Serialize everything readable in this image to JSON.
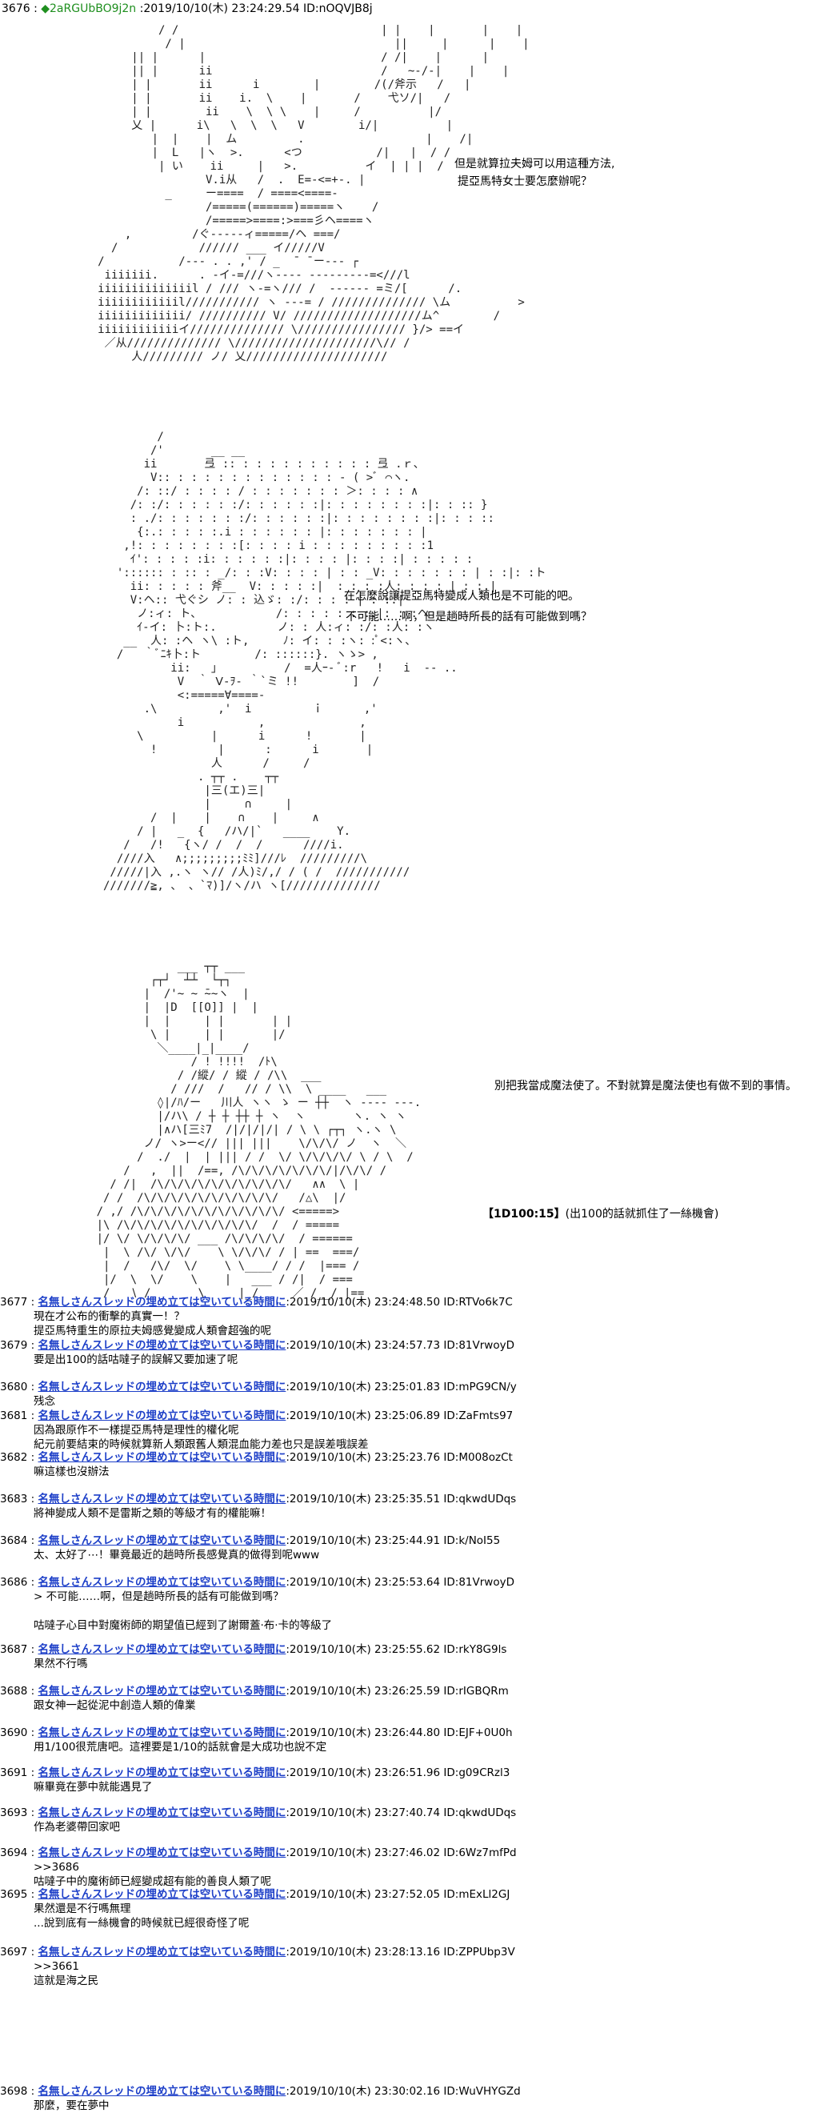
{
  "top_post": {
    "number": "3676 :",
    "trip": "◆2aRGUbBO9j2n",
    "datetime": ":2019/10/10(木) 23:24:29.54",
    "id": "ID:nOQVJB8j"
  },
  "art_panels": [
    {
      "lines": [
        "              / /                              | |    |       |    |",
        "               / |                               ||     |      |    |",
        "          || |      |                          / /|    |      |",
        "          || |      ii                         /   ~-/-|    |    |",
        "          | |       ii      i        |        /(/斧示   /   |",
        "          | |       ii    i.  \\    |       /    弋ソ/|   /",
        "          | |        ii    \\  \\ \\    |     /          |/",
        "          乂 |      i\\   \\  \\  \\   V        i/|          |",
        "             |  |    |  ム         .                  |    /|",
        "             |  L   |ヽ  >.      <つ           /|   |  / /",
        "              | い    ii     |   >.          イ  | | |  /",
        "                     V.i从   /  .  E=-<=+-. |",
        "               _     ー====  / ====<====-",
        "                     /=====(======)=====ヽ    /",
        "                     /=====>====:>===彡ヘ====ヽ",
        "         ,         /ぐ-----ィ=====/ヘ ===/",
        "       /            ////// ___ イ/////V",
        "     /           /--- . . ,' / _  ̄  ̄ ー--- ┌",
        "      iiiiiii.      . -イ-=///ヽ---- ---------=<///l",
        "     iiiiiiiiiiiiiil / /// ヽ-=ヽ/// /  ------ =ミ/[      /.",
        "     iiiiiiiiiiiil/////////// ヽ ---= / ////////////// \\ム          >",
        "     iiiiiiiiiiiii/ ////////// V/ ///////////////////ム^        /",
        "     iiiiiiiiiiiiイ////////////// \\//////////////// }/> ==イ",
        "      ／从////////////// \\/////////////////////\\// /",
        "          人///////// ノ/ 乂/////////////////////"
      ]
    },
    {
      "lines": [
        "               /",
        "              /'       __ __",
        "             ii       弖 :: : : : : : : : : : : 弖 .ｒ、",
        "              V:: : : : : : : : : : : : : - ( >ﾞ ⌒ヽ.",
        "            /: ::/ : : : : / : : : : : : : ＞: : : : ∧",
        "           /: :/: : : : : :/: : : : : :|: : : : : : : :|: : :: }",
        "           : ./: : : : : : :/: : : : : :|: : : : : : : :|: : : ::",
        "            {:.: : : : :.i : : : : : : |: : : : : : : |",
        "          ,!: : : : : : : :[: : : : i : : : : : : : : :1",
        "           ｲ': : : : :i: : : : : :|: : : : |: : : :| : : : : :",
        "         ':::::: : :: : _/: : :V: : : : | : : _V: : : : : : : | : :|: :ト",
        "           ii: : : : : 斧__  V: : : : :|  : : : :人: : : : | : :.|",
        "           V:ヘ:: 弋ぐシ ノ: : 込ゞ: :/: : : : | : :.|",
        "            ノ:ィ: ト、           /: : : : : : :.|: : :ヘ",
        "            ｲ-イ: 卜:ト:.         ノ: : 人:ィ: :/: :人: :ヽ",
        "          __  人: :ヘ ヽ\\ :ト,     ﾉ: イ: : :ヽ: :ﾟ<:ヽ、",
        "         /   ｀ﾞﾆｷ卜:ト        /: ::::::}. ヽゝ> ,",
        "                 ii:   ｣          /  =人ｰ- ﾞ:r   !   i  -- ..",
        "                  V  ｀ Ⅴ-ｦ- ｀`ミ !!        ]  /",
        "                  <:=====∀====-",
        "             .\\         ,'  i         ｉ      ,'",
        "                  i           ,              ,",
        "            \\          |      i      !       |",
        "              !         |      :      i       |",
        "                       人      /     /",
        "                     . ┬┬ .    ┬┬",
        "                      |三(エ)三|",
        "                      |     ∩     |",
        "              /  |    |    ∩    |     ∧",
        "            / |   _  {   /ハ/|`   ____    Y.",
        "          /   /!   {ヽ/ /  /  /      ////i.",
        "         ////入   ∧;;;;;;;;;ﾐﾐ]///ﾚ  /////////\\",
        "        /////|入 ,.ヽ ヽ// /人)ﾐ/,/ / ( /  ///////////",
        "       ///////≧, 、 、`ﾏ)]/ヽ/ハ ヽ[//////////////"
      ]
    },
    {
      "lines": [
        "                  ___ ┬┬ ___",
        "              ┌┬┘  ┴┴  └┬┐",
        "             |  /'~ ~ ̄~~ヽ  |",
        "             |  |D  [[O]] |  |",
        "             |  |     | |       | |",
        "              \\ |     | |       |/",
        "               ＼____|_|____/",
        "                    / ! !!!!  /ﾄ\\",
        "                  / /縱/ / 縱 / /\\\\  ___",
        "                 / ///  /   // / \\\\  \\ ____   ___",
        "               ◊|/ﾊ/ー   川人 ヽヽ ゝ ー ┼┼  ヽ ---- ---.",
        "               |/ハ\\ / ┼ ┼ ┼┼ ┼ ヽ  ヽ       ヽ. ヽ ヽ",
        "               |∧ハ[三ﾐ7  /|/|/|/| / \\ \\ ┌┬┐ ヽ.ヽ \\",
        "             ノ/ ヽ>ー<// ||| |||    \\/\\/\\/ ノ  ヽ  ＼",
        "            /  ./  |  | ||| / /  \\/ \\/\\/\\/\\/ \\ / \\  /",
        "          /   ,  ||  /==, /\\/\\/\\/\\/\\/\\/\\/|/\\/\\/ /",
        "        / /|  /\\/\\/\\/\\/\\/\\/\\/\\/\\/\\/   ∧∧  \\ |",
        "       / /  /\\/\\/\\/\\/\\/\\/\\/\\/\\/\\/   /△\\  |/",
        "      / ,/ /\\/\\/\\/\\/\\/\\/\\/\\/\\/\\/\\/ <=====>",
        "      |\\ /\\/\\/\\/\\/\\/\\/\\/\\/\\/\\/  /  / =====",
        "      |/ \\/ \\/\\/\\/\\/ ___ /\\/\\/\\/\\/  / ======",
        "       |  \\ /\\/ \\/\\/    \\ \\/\\/\\/ / | ==  ===/",
        "       |  /   /\\/  \\/    \\ \\____/ / /  |=== /",
        "       |/  \\  \\/    \\    |   ___ / /|  / ===",
        "       /   ∖ /       \\     |_/     ／ /__/ |=="
      ]
    }
  ],
  "dialog_1": [
    "但是就算拉夫姆可以用這種方法,",
    "提亞馬特女士要怎麼辦呢？"
  ],
  "dialog_2": [
    "在怎麼說讓提亞馬特變成人類也是不可能的吧。",
    "不可能……啊，但是趟時所長的話有可能做到嗎？"
  ],
  "dialog_3": [
    "別把我當成魔法使了。不對就算是魔法使也有做不到的事情。"
  ],
  "dice": {
    "label": "【1D100:15】",
    "text": "(出100的話就抓住了一絲機會)"
  },
  "posts": [
    {
      "num": "3677 :",
      "name": "名無しさんスレッドの埋め立ては空いている時間に",
      "meta": ":2019/10/10(木) 23:24:48.50 ID:RTVo6k7C",
      "body": "現在才公布的衝擊的真實一！？\n提亞馬特重生的原拉夫姆感覺變成人類會超強的呢"
    },
    {
      "num": "3679 :",
      "name": "名無しさんスレッドの埋め立ては空いている時間に",
      "meta": ":2019/10/10(木) 23:24:57.73 ID:81VrwoyD",
      "body": "要是出100的話咕噠子的誤解又要加速了呢"
    },
    {
      "num": "3680 :",
      "name": "名無しさんスレッドの埋め立ては空いている時間に",
      "meta": ":2019/10/10(木) 23:25:01.83 ID:mPG9CN/y",
      "body": "残念"
    },
    {
      "num": "3681 :",
      "name": "名無しさんスレッドの埋め立ては空いている時間に",
      "meta": ":2019/10/10(木) 23:25:06.89 ID:ZaFmts97",
      "body": "因為跟原作不一樣提亞馬特是理性的權化呢\n紀元前要結束的時候就算新人類跟舊人類混血能力差也只是誤差哦誤差"
    },
    {
      "num": "3682 :",
      "name": "名無しさんスレッドの埋め立ては空いている時間に",
      "meta": ":2019/10/10(木) 23:25:23.76 ID:M008ozCt",
      "body": "嘛這樣也沒辦法"
    },
    {
      "num": "3683 :",
      "name": "名無しさんスレッドの埋め立ては空いている時間に",
      "meta": ":2019/10/10(木) 23:25:35.51 ID:qkwdUDqs",
      "body": "將神變成人類不是雷斯之類的等級才有的權能嘛！"
    },
    {
      "num": "3684 :",
      "name": "名無しさんスレッドの埋め立ては空いている時間に",
      "meta": ":2019/10/10(木) 23:25:44.91 ID:k/NoI55",
      "body": "太、太好了⋯！畢竟最近的趟時所長感覺真的做得到呢www"
    },
    {
      "num": "3686 :",
      "name": "名無しさんスレッドの埋め立ては空いている時間に",
      "meta": ":2019/10/10(木) 23:25:53.64 ID:81VrwoyD",
      "body": "> 不可能……啊，但是趟時所長的話有可能做到嗎？\n\n咕噠子心目中對魔術師的期望值已經到了謝爾蓋·布·卡的等級了"
    },
    {
      "num": "3687 :",
      "name": "名無しさんスレッドの埋め立ては空いている時間に",
      "meta": ":2019/10/10(木) 23:25:55.62 ID:rkY8G9ls",
      "body": "果然不行嗎"
    },
    {
      "num": "3688 :",
      "name": "名無しさんスレッドの埋め立ては空いている時間に",
      "meta": ":2019/10/10(木) 23:26:25.59 ID:rIGBQRm",
      "body": "跟女神一起從泥中創造人類的偉業"
    },
    {
      "num": "3690 :",
      "name": "名無しさんスレッドの埋め立ては空いている時間に",
      "meta": ":2019/10/10(木) 23:26:44.80 ID:EJF+0U0h",
      "body": "用1/100很荒唐吧。這裡要是1/10的話就會是大成功也說不定"
    },
    {
      "num": "3691 :",
      "name": "名無しさんスレッドの埋め立ては空いている時間に",
      "meta": ":2019/10/10(木) 23:26:51.96 ID:g09CRzl3",
      "body": "嘛畢竟在夢中就能遇見了"
    },
    {
      "num": "3693 :",
      "name": "名無しさんスレッドの埋め立ては空いている時間に",
      "meta": ":2019/10/10(木) 23:27:40.74 ID:qkwdUDqs",
      "body": "作為老婆帶回家吧"
    },
    {
      "num": "3694 :",
      "name": "名無しさんスレッドの埋め立ては空いている時間に",
      "meta": ":2019/10/10(木) 23:27:46.02 ID:6Wz7mfPd",
      "body": ">>3686\n咕噠子中的魔術師已經變成超有能的善良人類了呢"
    },
    {
      "num": "3695 :",
      "name": "名無しさんスレッドの埋め立ては空いている時間に",
      "meta": ":2019/10/10(木) 23:27:52.05 ID:mExLl2GJ",
      "body": "果然還是不行嗎無理\n...說到底有一絲機會的時候就已經很奇怪了呢"
    },
    {
      "num": "3697 :",
      "name": "名無しさんスレッドの埋め立ては空いている時間に",
      "meta": ":2019/10/10(木) 23:28:13.16 ID:ZPPUbp3V",
      "body": ">>3661\n這就是海之民"
    },
    {
      "num": "3698 :",
      "name": "名無しさんスレッドの埋め立ては空いている時間に",
      "meta": ":2019/10/10(木) 23:30:02.16 ID:WuVHYGZd",
      "body": "那麼，要在夢中"
    }
  ]
}
